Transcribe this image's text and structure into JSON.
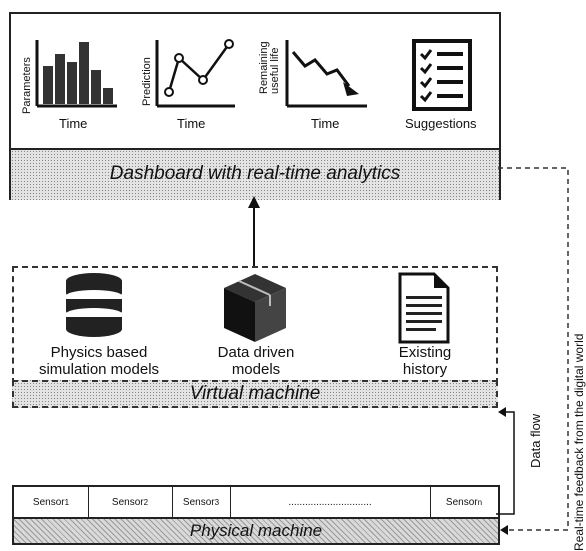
{
  "dashboard": {
    "title": "Dashboard with real-time analytics",
    "charts": [
      {
        "ylabel": "Parameters",
        "xlabel": "Time"
      },
      {
        "ylabel": "Prediction",
        "xlabel": "Time"
      },
      {
        "ylabel": "Remaining useful life",
        "xlabel": "Time"
      },
      {
        "ylabel": "",
        "xlabel": "Suggestions"
      }
    ]
  },
  "virtual": {
    "title": "Virtual machine",
    "items": [
      {
        "icon": "database-icon",
        "label": "Physics based simulation models"
      },
      {
        "icon": "box-icon",
        "label": "Data driven models"
      },
      {
        "icon": "document-icon",
        "label": "Existing history"
      }
    ]
  },
  "physical": {
    "title": "Physical machine",
    "sensors": [
      "Sensor1",
      "Sensor2",
      "Sensor3",
      "..............................",
      "Sensorn"
    ]
  },
  "arrows": {
    "data_flow": "Data flow",
    "feedback": "Real-time feedback from the digital world"
  }
}
